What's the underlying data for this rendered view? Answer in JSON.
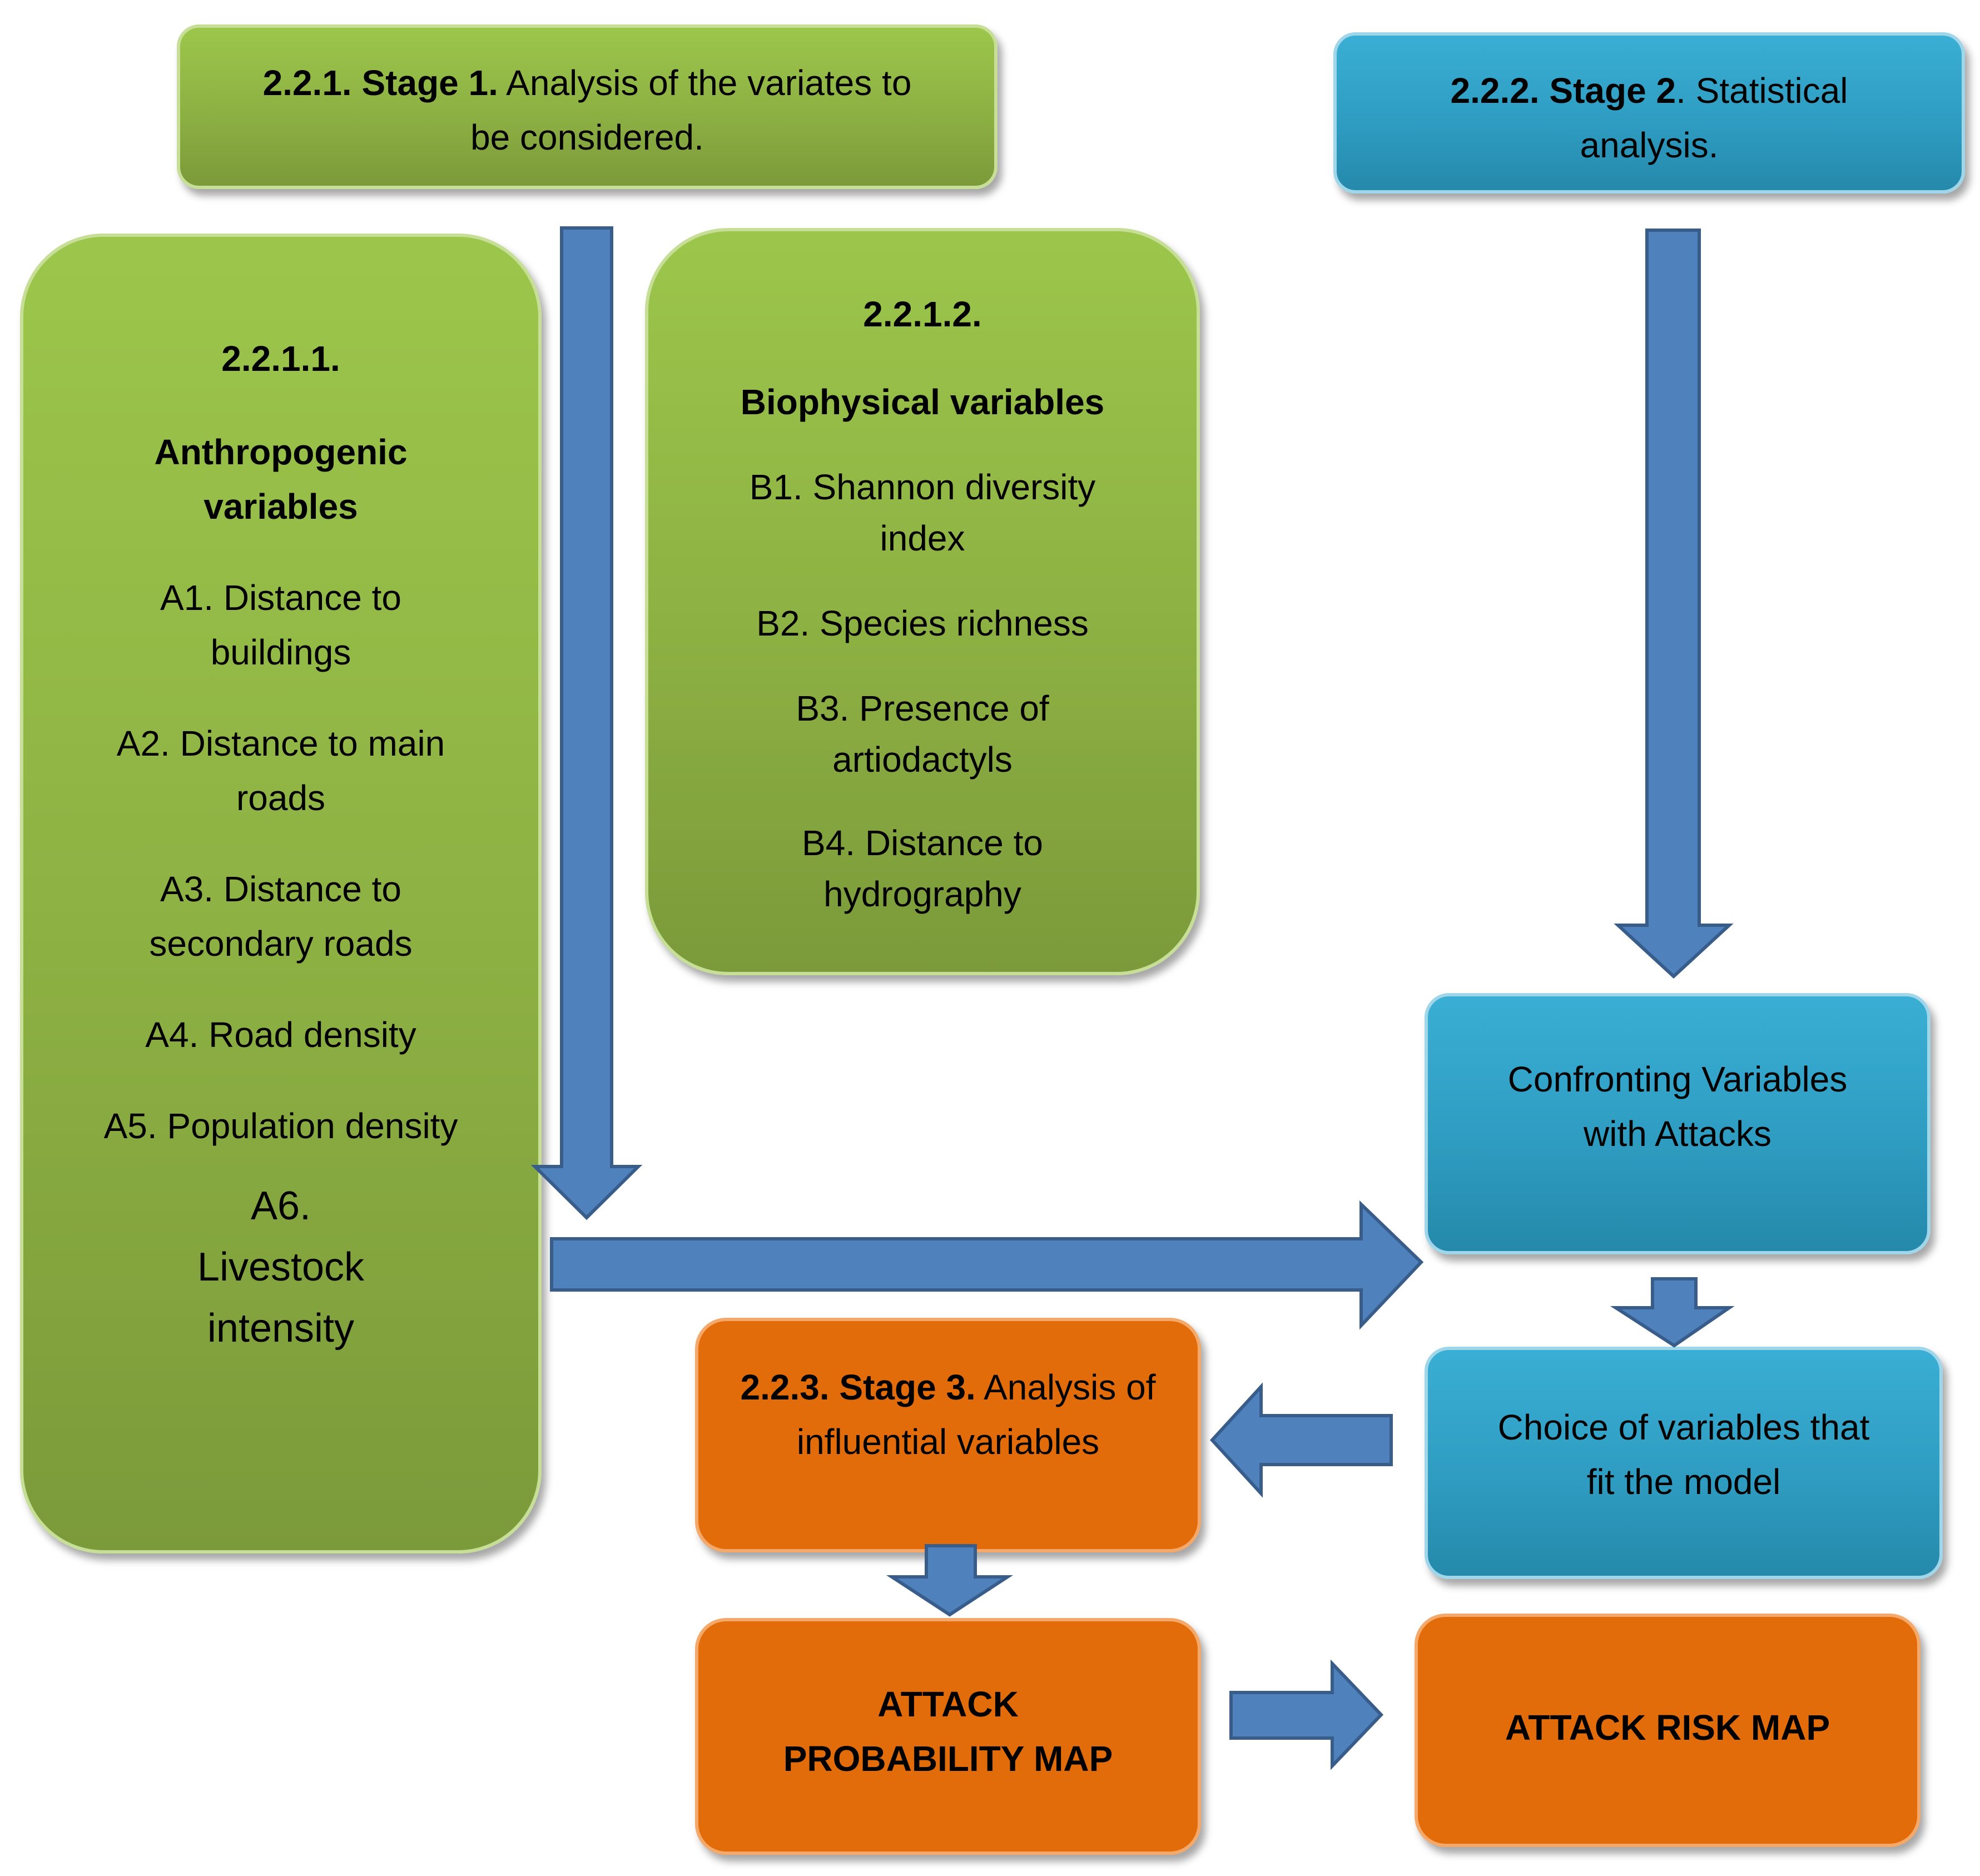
{
  "stage1": {
    "number": "2.2.1. Stage 1.",
    "text": "Analysis of the variates to be considered."
  },
  "stage2": {
    "number": "2.2.2. Stage 2",
    "text": ". Statistical analysis."
  },
  "anthropogenic": {
    "number": "2.2.1.1.",
    "title": "Anthropogenic variables",
    "items": [
      "A1. Distance to buildings",
      "A2. Distance to main roads",
      "A3. Distance to secondary roads",
      "A4. Road density",
      "A5. Population density",
      "A6. Livestock intensity"
    ]
  },
  "biophysical": {
    "number": "2.2.1.2.",
    "title": "Biophysical variables",
    "items": [
      "B1. Shannon diversity index",
      "B2. Species richness",
      "B3. Presence of artiodactyls",
      "B4. Distance to hydrography"
    ]
  },
  "confronting": {
    "text": "Confronting Variables with Attacks"
  },
  "choice": {
    "text": "Choice of variables that fit the model"
  },
  "stage3": {
    "number": "2.2.3. Stage 3.",
    "text": "Analysis of influential variables"
  },
  "probability_map": {
    "text": "ATTACK PROBABILITY MAP"
  },
  "risk_map": {
    "text": "ATTACK RISK MAP"
  },
  "colors": {
    "green": "#9cc64b",
    "blue": "#31a5cb",
    "orange": "#e36c0a",
    "arrow": "#4f81bd",
    "arrow_outline": "#385d8a"
  }
}
